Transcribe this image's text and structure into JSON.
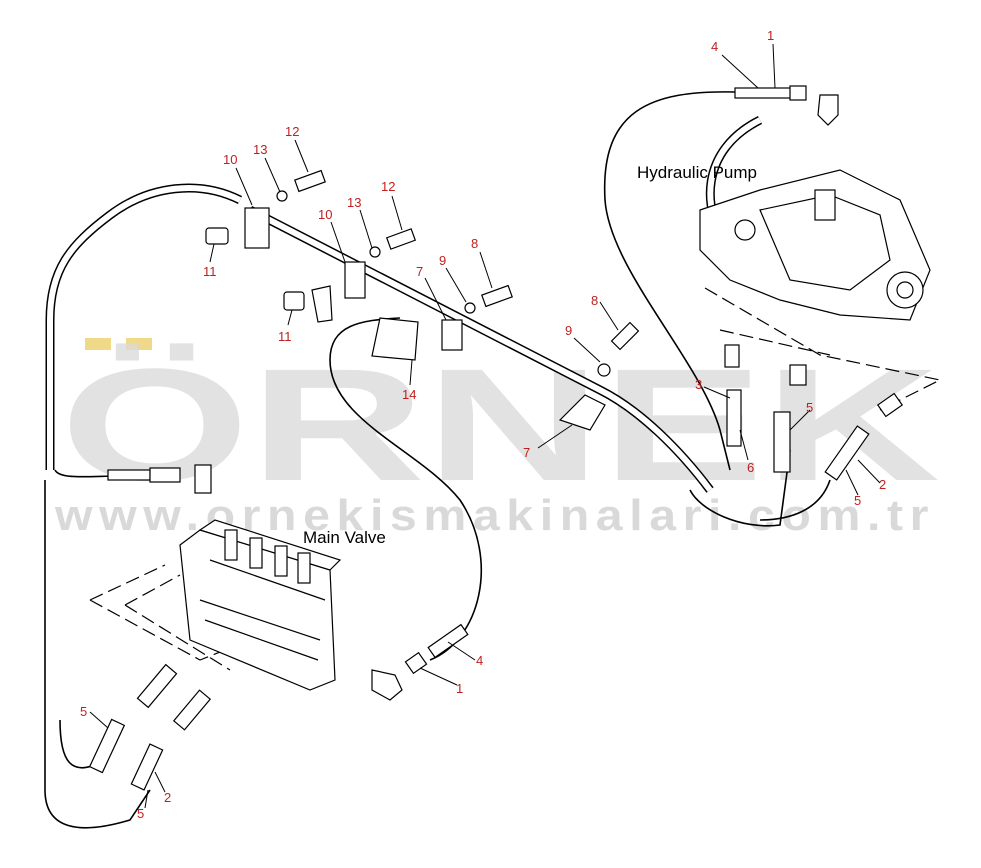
{
  "labels": {
    "hydraulic_pump": "Hydraulic Pump",
    "main_valve": "Main Valve"
  },
  "watermark": {
    "brand": "ÖRNEK",
    "url": "www.ornekismakinalari.com.tr"
  },
  "callouts": {
    "c1a": "1",
    "c4a": "4",
    "c12a": "12",
    "c13a": "13",
    "c10a": "10",
    "c11a": "11",
    "c12b": "12",
    "c13b": "13",
    "c10b": "10",
    "c11b": "11",
    "c8a": "8",
    "c9a": "9",
    "c7a": "7",
    "c14": "14",
    "c8b": "8",
    "c9b": "9",
    "c7b": "7",
    "c3": "3",
    "c6": "6",
    "c5a": "5",
    "c2a": "2",
    "c5b": "5",
    "c4b": "4",
    "c1b": "1",
    "c5c": "5",
    "c2b": "2",
    "c5d": "5"
  },
  "colors": {
    "callout": "#c02020",
    "line": "#000000",
    "watermark": "#d9d9d9"
  }
}
